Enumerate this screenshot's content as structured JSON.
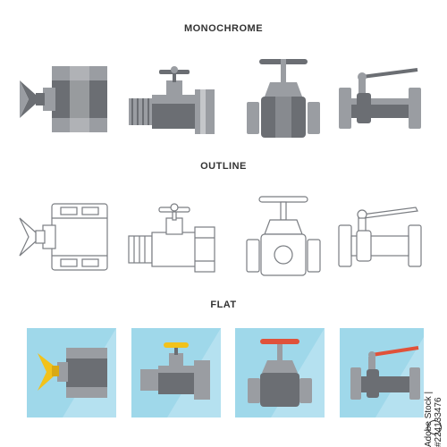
{
  "sections": {
    "monochrome": "MONOCHROME",
    "outline": "OUTLINE",
    "flat": "FLAT"
  },
  "stock_id": "Adobe Stock | #224133476",
  "colors": {
    "metal_dark": "#6b6e73",
    "metal_mid": "#9a9da2",
    "metal_light": "#c5c7ca",
    "outline_stroke": "#7a7d82",
    "flat_bg": "#9fd8ea",
    "flat_shadow": "#bfe6f2",
    "handle_yellow": "#f2c21b",
    "handle_red": "#e0523a"
  },
  "icons": [
    "nut-valve-icon",
    "faucet-valve-icon",
    "gate-valve-icon",
    "ball-valve-icon"
  ]
}
